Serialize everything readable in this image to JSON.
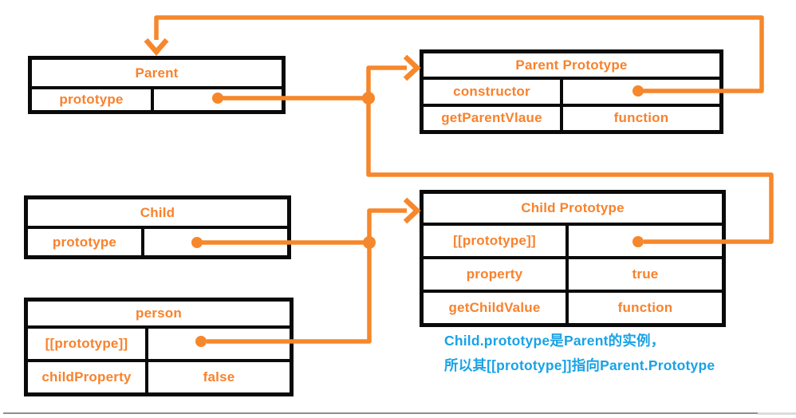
{
  "colors": {
    "orange": "#f6872b",
    "orange_text": "#f8822c",
    "blue": "#19a2e6",
    "border_black": "#0a0a0a"
  },
  "tables": {
    "parent": {
      "title": "Parent",
      "rows": [
        {
          "key": "prototype",
          "value": ""
        }
      ]
    },
    "parent_prototype": {
      "title": "Parent Prototype",
      "rows": [
        {
          "key": "constructor",
          "value": ""
        },
        {
          "key": "getParentVlaue",
          "value": "function"
        }
      ]
    },
    "child": {
      "title": "Child",
      "rows": [
        {
          "key": "prototype",
          "value": ""
        }
      ]
    },
    "child_prototype": {
      "title": "Child Prototype",
      "rows": [
        {
          "key": "[[prototype]]",
          "value": ""
        },
        {
          "key": "property",
          "value": "true"
        },
        {
          "key": "getChildValue",
          "value": "function"
        }
      ]
    },
    "person": {
      "title": "person",
      "rows": [
        {
          "key": "[[prototype]]",
          "value": ""
        },
        {
          "key": "childProperty",
          "value": "false"
        }
      ]
    }
  },
  "arrows": [
    {
      "name": "constructor-to-parent",
      "from": "Parent Prototype.constructor",
      "to": "Parent"
    },
    {
      "name": "parent-prototype-to-parent-prototype-object",
      "from": "Parent.prototype",
      "to": "Parent Prototype"
    },
    {
      "name": "child-proto-chain",
      "from": "Child Prototype.[[prototype]]",
      "to": "Parent Prototype"
    },
    {
      "name": "child-prototype-to-child-prototype-object",
      "from": "Child.prototype",
      "to": "Child Prototype"
    },
    {
      "name": "person-proto-chain",
      "from": "person.[[prototype]]",
      "to": "Child Prototype"
    }
  ],
  "annotation": {
    "line1": "Child.prototype是Parent的实例，",
    "line2": "所以其[[prototype]]指向Parent.Prototype"
  }
}
